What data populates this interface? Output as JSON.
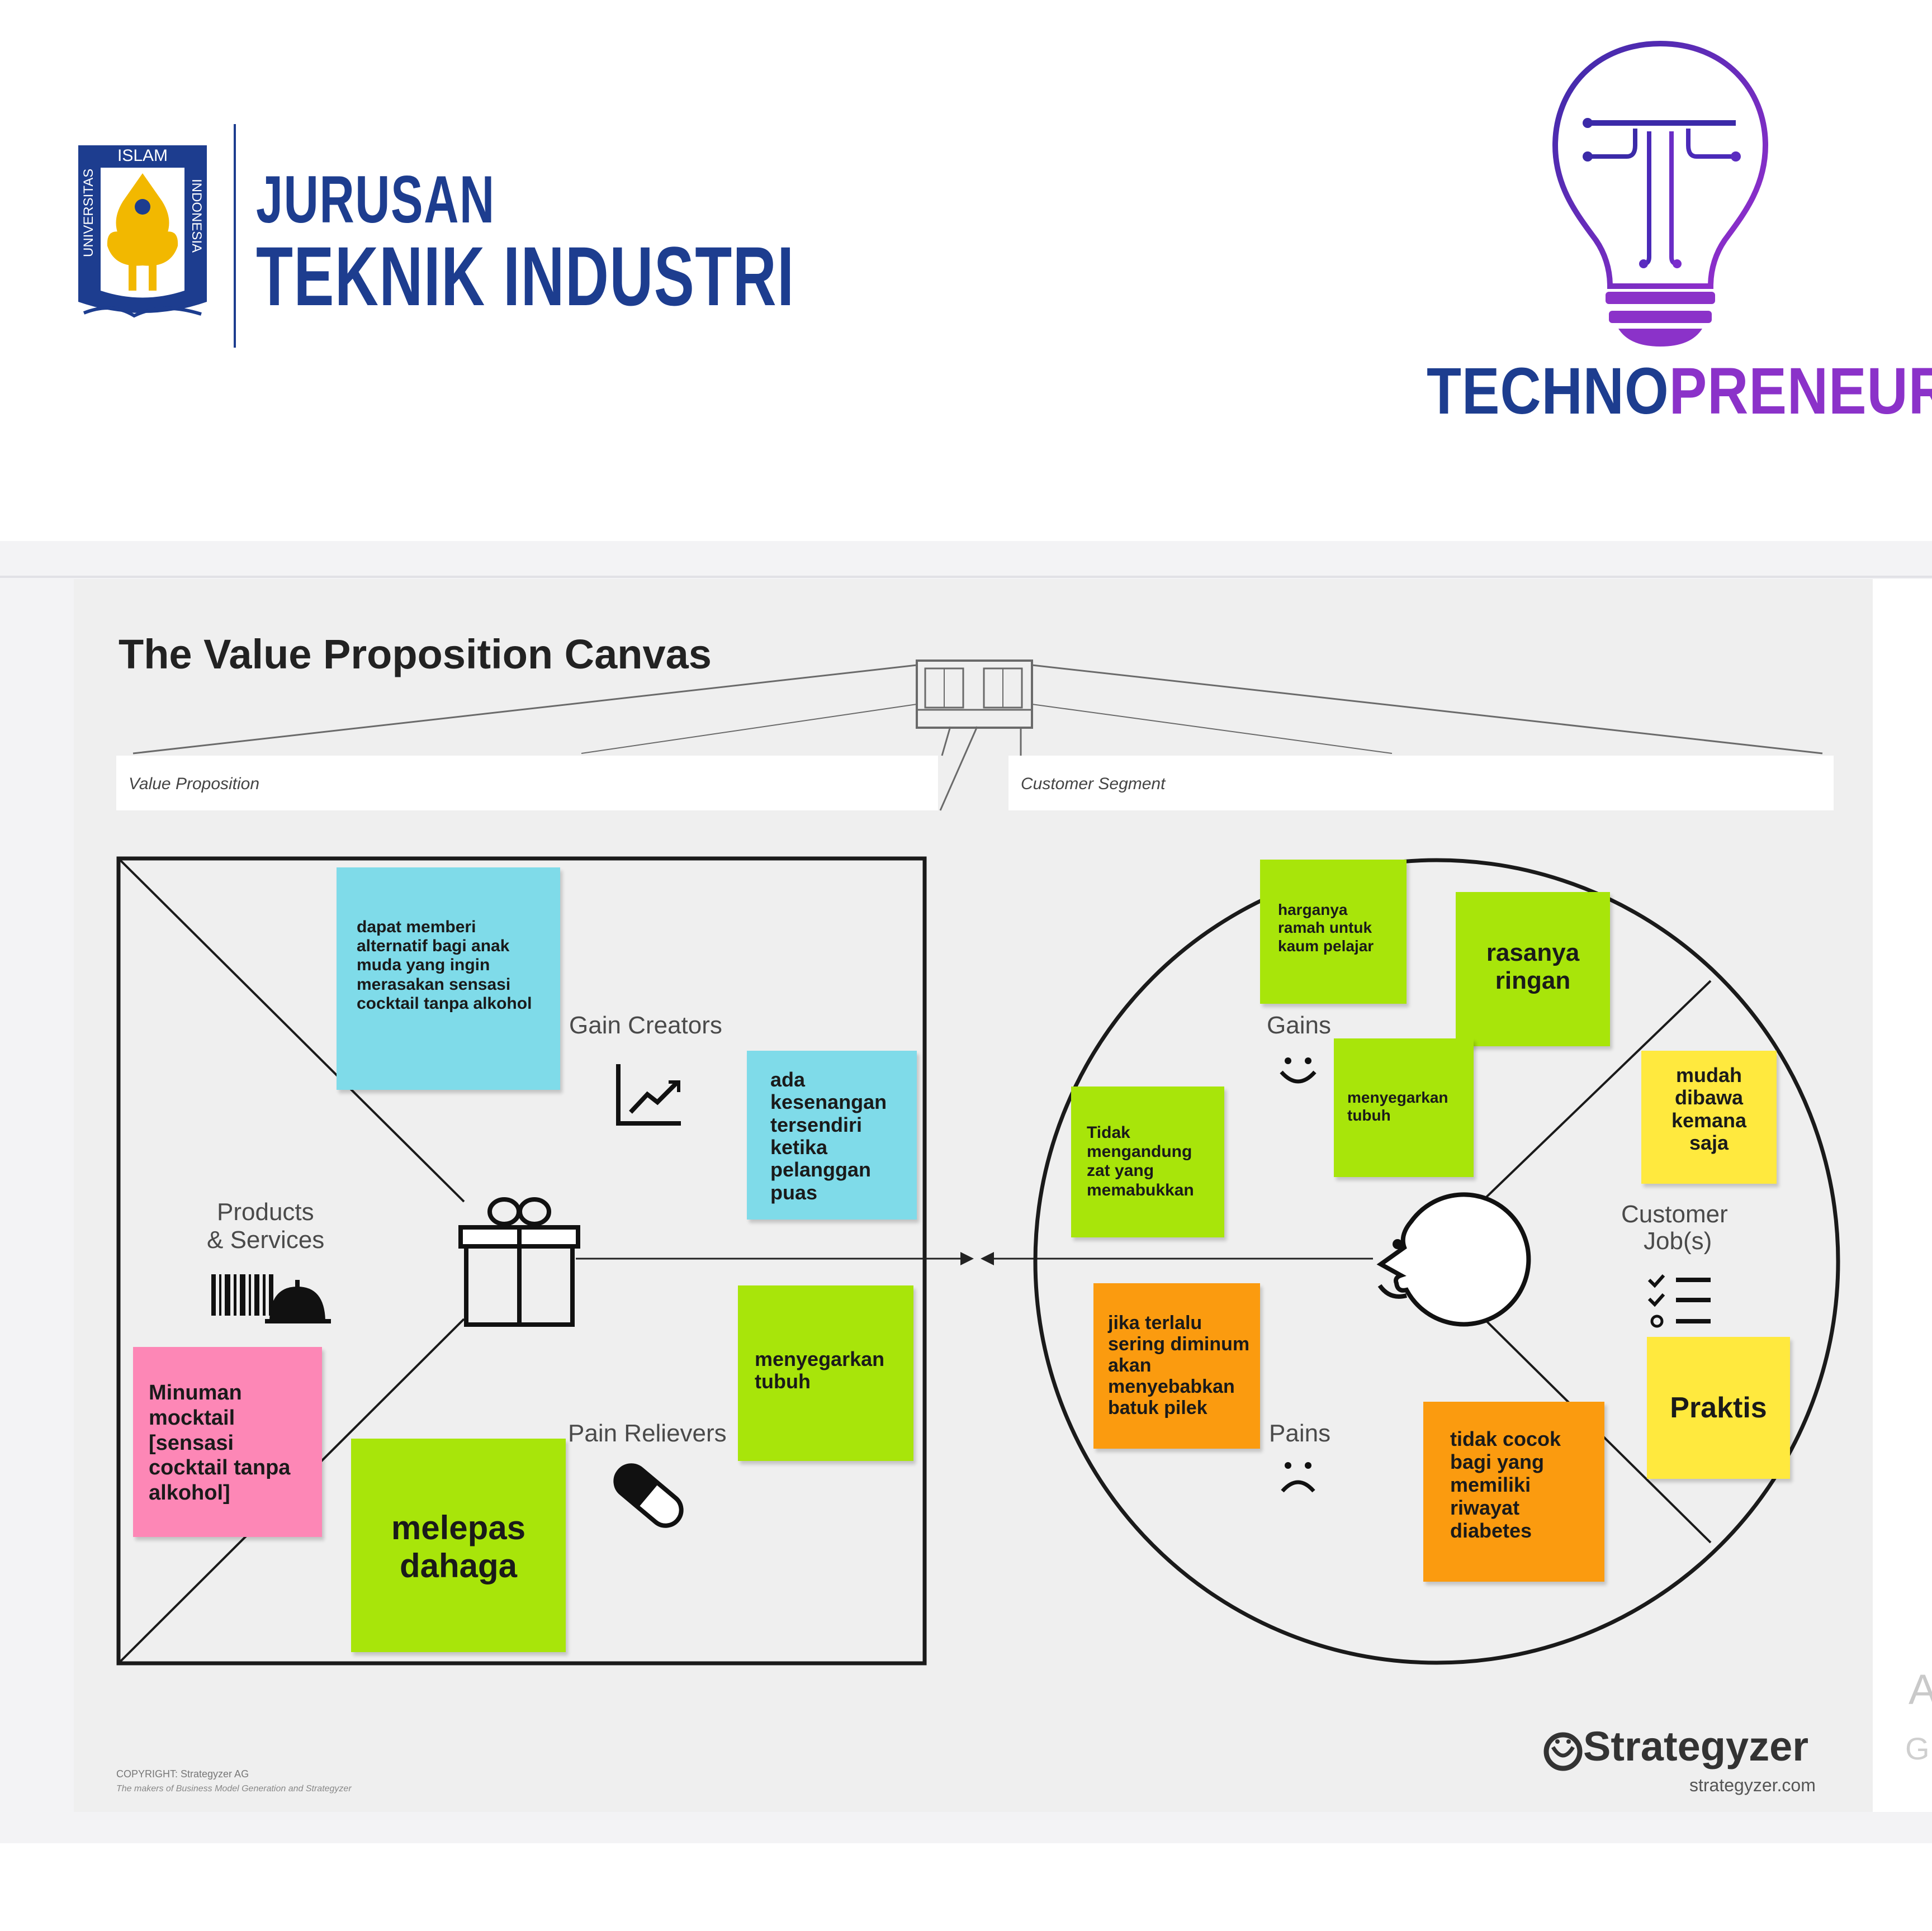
{
  "header": {
    "uii_logo": {
      "top_text": "ISLAM",
      "left_text": "UNIVERSITAS",
      "right_text": "INDONESIA"
    },
    "department_line1": "JURUSAN",
    "department_line2": "TEKNIK INDUSTRI",
    "brand_part1": "TECHNO",
    "brand_part2": "PRENEUR"
  },
  "canvas": {
    "title": "The Value Proposition Canvas",
    "value_proposition_label": "Value Proposition",
    "customer_segment_label": "Customer Segment",
    "sections": {
      "gain_creators": "Gain Creators",
      "products_services_1": "Products",
      "products_services_2": "& Services",
      "pain_relievers": "Pain Relievers",
      "gains": "Gains",
      "pains": "Pains",
      "customer_jobs_1": "Customer",
      "customer_jobs_2": "Job(s)"
    },
    "notes": {
      "gain_creator_1": "dapat memberi alternatif bagi anak muda yang ingin merasakan sensasi cocktail tanpa alkohol",
      "gain_creator_2": "ada kesenangan tersendiri ketika pelanggan puas",
      "product_1": "Minuman mocktail [sensasi cocktail tanpa alkohol]",
      "pain_reliever_1": "melepas dahaga",
      "pain_reliever_2": "menyegarkan tubuh",
      "gain_1": "harganya ramah untuk kaum pelajar",
      "gain_2": "rasanya ringan",
      "gain_3": "menyegarkan tubuh",
      "gain_4": "Tidak mengandung zat yang memabukkan",
      "job_1": "mudah dibawa kemana saja",
      "job_2": "Praktis",
      "pain_1": "jika terlalu sering diminum akan menyebabkan batuk pilek",
      "pain_2": "tidak cocok bagi yang memiliki riwayat diabetes"
    },
    "footer": {
      "brand": "Strategyzer",
      "url": "strategyzer.com",
      "copyright": "COPYRIGHT: Strategyzer AG",
      "tagline": "The makers of Business Model Generation and Strategyzer"
    },
    "side_clip": {
      "letter_1": "A",
      "letter_2": "G"
    }
  },
  "colors": {
    "navy": "#1d3d8f",
    "purple": "#8b32c9",
    "note_cyan": "#7fdbe9",
    "note_green": "#a8e50a",
    "note_pink": "#fd87b6",
    "note_orange": "#fb9b0f",
    "note_yellow": "#ffe93e"
  }
}
